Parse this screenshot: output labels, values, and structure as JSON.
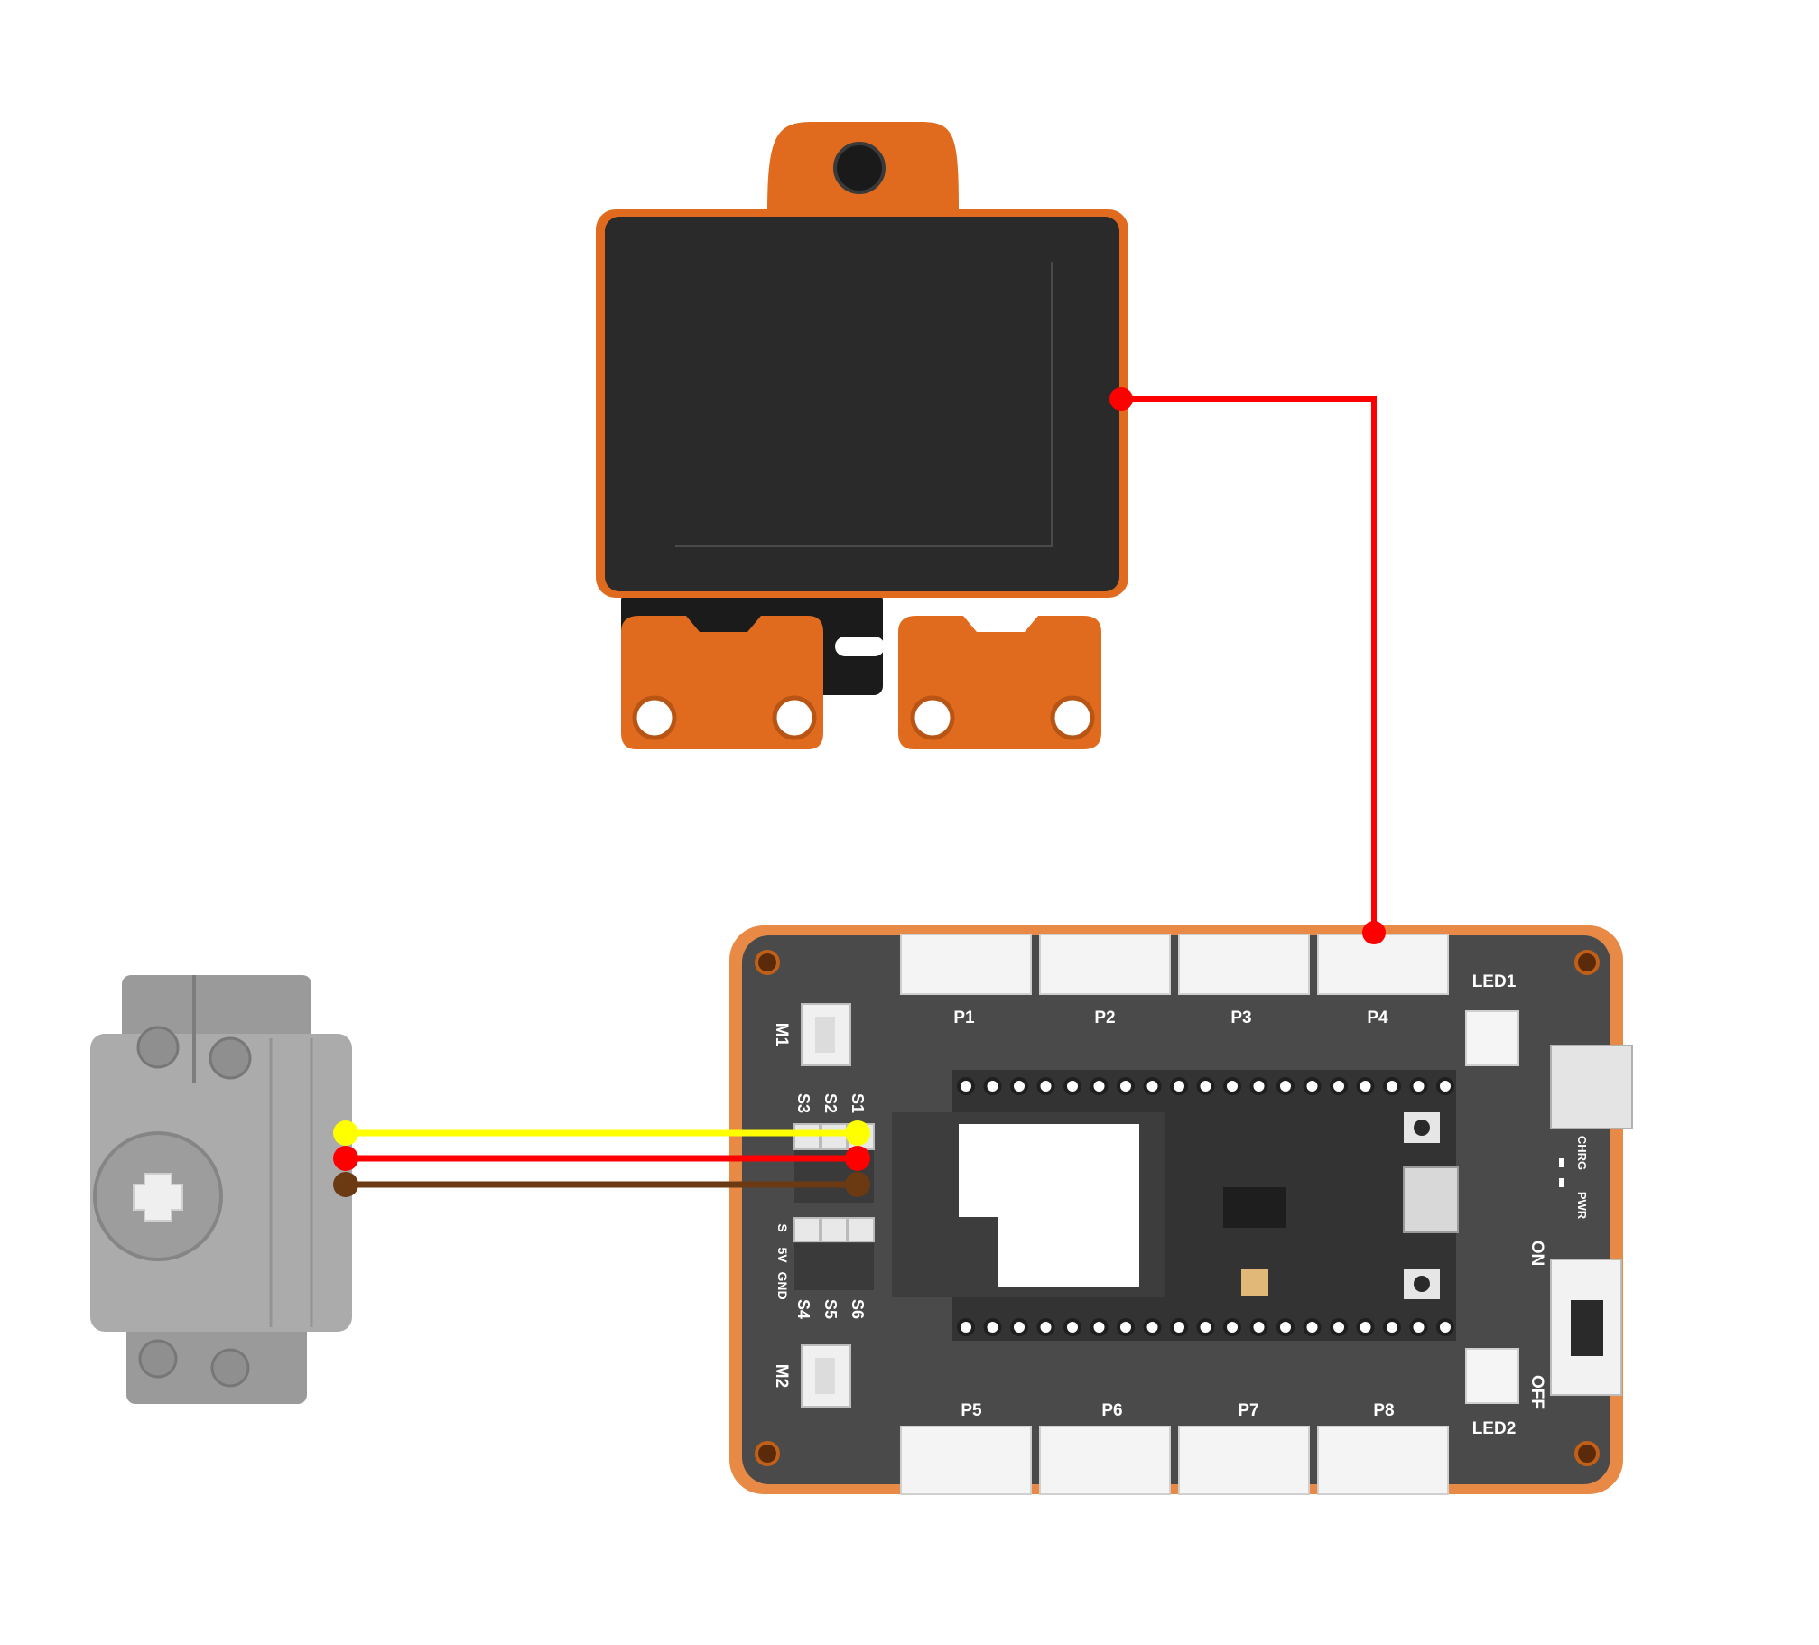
{
  "colors": {
    "board_orange": "#e88a46",
    "board_body": "#4a4a4a",
    "module_orange": "#e06b1f",
    "module_face": "#2a2a2a",
    "servo_gray": "#a9a9a9",
    "wire_signal": "#ffff00",
    "wire_power": "#ff0000",
    "wire_ground": "#6b3a12",
    "wire_link": "#ff0000"
  },
  "board": {
    "ports_top": [
      "P1",
      "P2",
      "P3",
      "P4"
    ],
    "ports_bottom": [
      "P5",
      "P6",
      "P7",
      "P8"
    ],
    "motor_labels": [
      "M1",
      "M2"
    ],
    "servo_top": [
      "S3",
      "S2",
      "S1"
    ],
    "servo_bottom": [
      "S4",
      "S5",
      "S6"
    ],
    "pin_labels": [
      "S",
      "5V",
      "GND"
    ],
    "led_labels": [
      "LED1",
      "LED2"
    ],
    "switch_on": "ON",
    "switch_off": "OFF",
    "indicator_labels": [
      "CHRG",
      "PWR"
    ]
  },
  "connections": [
    {
      "from": "camera-module",
      "to": "P4",
      "wire": "wire_link"
    },
    {
      "from": "servo-signal",
      "to": "S1",
      "wire": "wire_signal"
    },
    {
      "from": "servo-power",
      "to": "S1",
      "wire": "wire_power"
    },
    {
      "from": "servo-ground",
      "to": "S1",
      "wire": "wire_ground"
    }
  ]
}
